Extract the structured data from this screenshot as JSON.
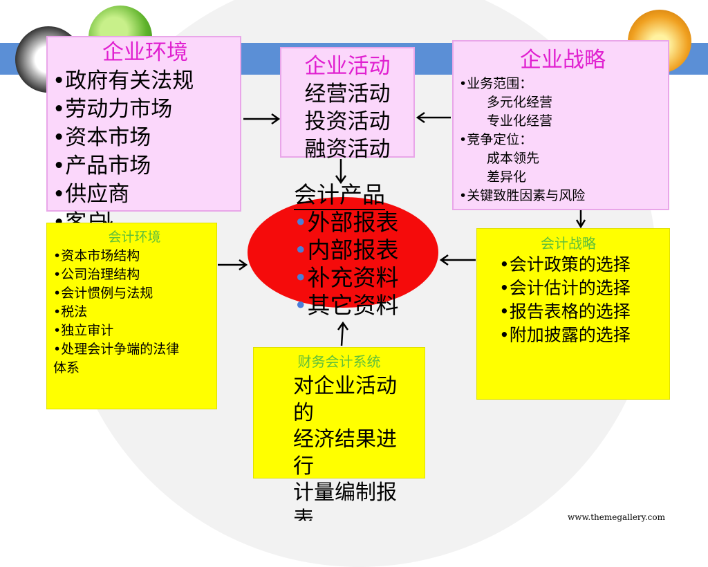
{
  "enterprise_env": {
    "title": "企业环境",
    "items": [
      "政府有关法规",
      "劳动力市场",
      "资本市场",
      "产品市场",
      "供应商",
      "客户"
    ]
  },
  "enterprise_activity": {
    "title": "企业活动",
    "items": [
      "经营活动",
      "投资活动",
      "融资活动"
    ]
  },
  "enterprise_strategy": {
    "title": "企业战略",
    "item1": "业务范围：",
    "item1_sub": [
      "多元化经营",
      "专业化经营"
    ],
    "item2": "竞争定位：",
    "item2_sub": [
      "成本领先",
      "差异化"
    ],
    "item3": "关键致胜因素与风险"
  },
  "accounting_product": {
    "title": "会计产品",
    "items": [
      "外部报表",
      "内部报表",
      "补充资料",
      "其它资料"
    ]
  },
  "accounting_env": {
    "title": "会计环境",
    "items": [
      "资本市场结构",
      "公司治理结构",
      "会计惯例与法规",
      "税法",
      "独立审计",
      "处理会计争端的法律"
    ],
    "tail": "体系"
  },
  "accounting_strategy": {
    "title": "会计战略",
    "items": [
      "会计政策的选择",
      "会计估计的选择",
      "报告表格的选择",
      "附加披露的选择"
    ]
  },
  "financial_system": {
    "title": "财务会计系统",
    "lines": [
      "对企业活动",
      "的",
      "经济结果进",
      "行",
      "计量编制报",
      "表"
    ]
  },
  "footer": "www.themegallery.com",
  "colors": {
    "band": "#5b8fd6",
    "pink": "#fbd7fb",
    "yellow": "#ffff00",
    "ellipse": "#f50b0b",
    "title": "#e020d0",
    "green_title": "#5fbf3a"
  }
}
